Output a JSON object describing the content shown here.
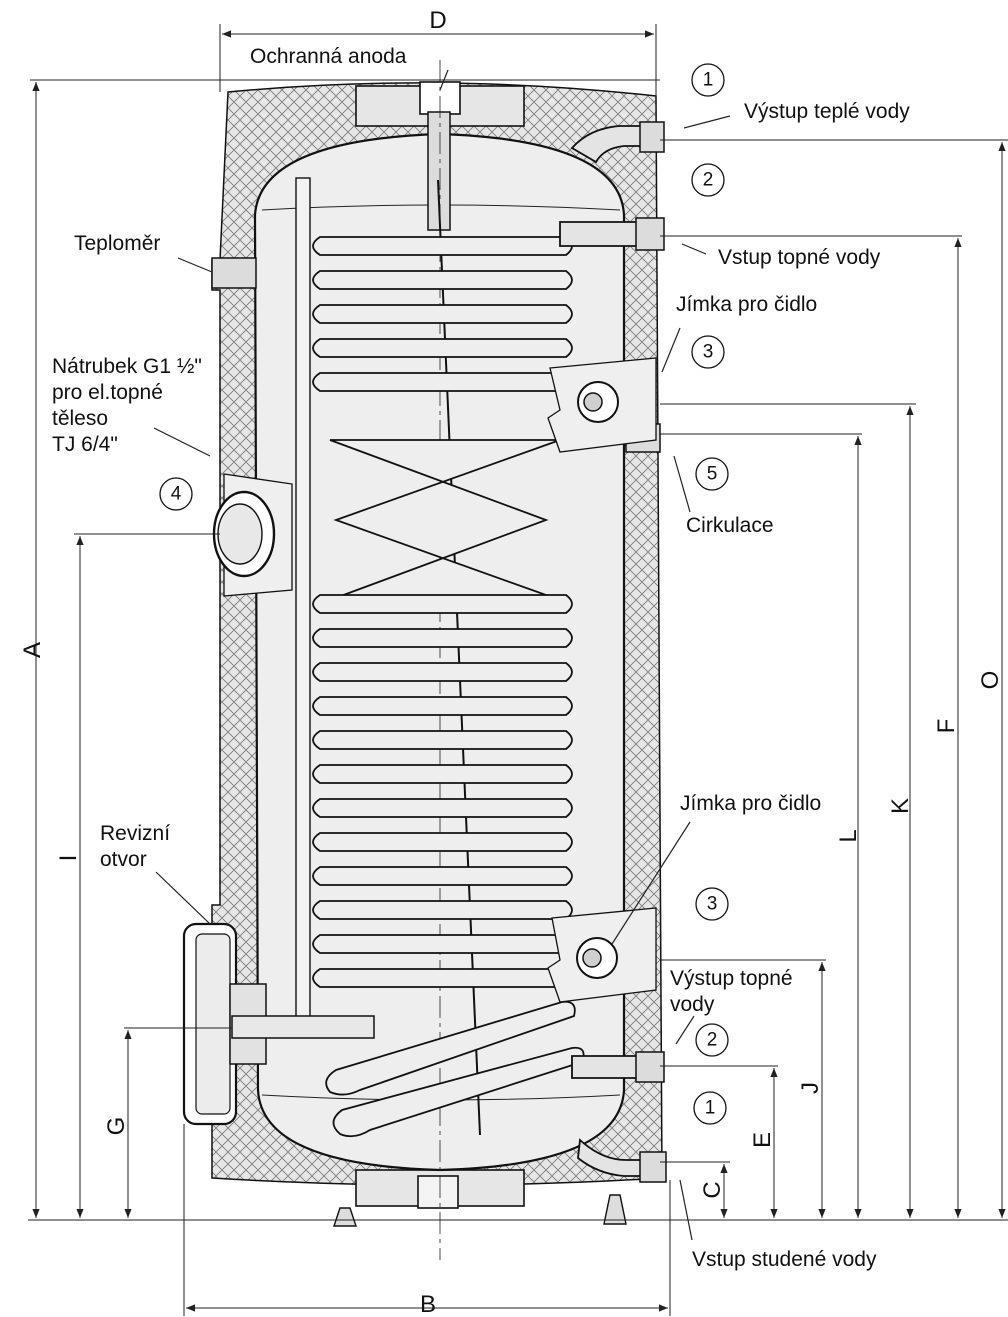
{
  "labels": {
    "anode": "Ochranná anoda",
    "hot_out": "Výstup teplé vody",
    "heat_in": "Vstup topné vody",
    "thermometer": "Teploměr",
    "sensor_upper": "Jímka pro čidlo",
    "socket_line1": "Nátrubek G1 ½\"",
    "socket_line2": "pro el.topné",
    "socket_line3": "těleso",
    "socket_line4": "TJ 6/4\"",
    "circulation": "Cirkulace",
    "sensor_lower": "Jímka pro čidlo",
    "revision_line1": "Revizní",
    "revision_line2": "otvor",
    "heat_out_line1": "Výstup topné",
    "heat_out_line2": "vody",
    "cold_in": "Vstup studené vody"
  },
  "callouts": {
    "hot_out": "1",
    "heat_in": "2",
    "sensor_upper": "3",
    "socket": "4",
    "circulation": "5",
    "sensor_lower": "3",
    "heat_out": "2",
    "cold_in": "1"
  },
  "dimensions": {
    "A": "A",
    "B": "B",
    "C": "C",
    "D": "D",
    "E": "E",
    "F": "F",
    "G": "G",
    "I": "I",
    "J": "J",
    "K": "K",
    "L": "L",
    "O": "O"
  }
}
